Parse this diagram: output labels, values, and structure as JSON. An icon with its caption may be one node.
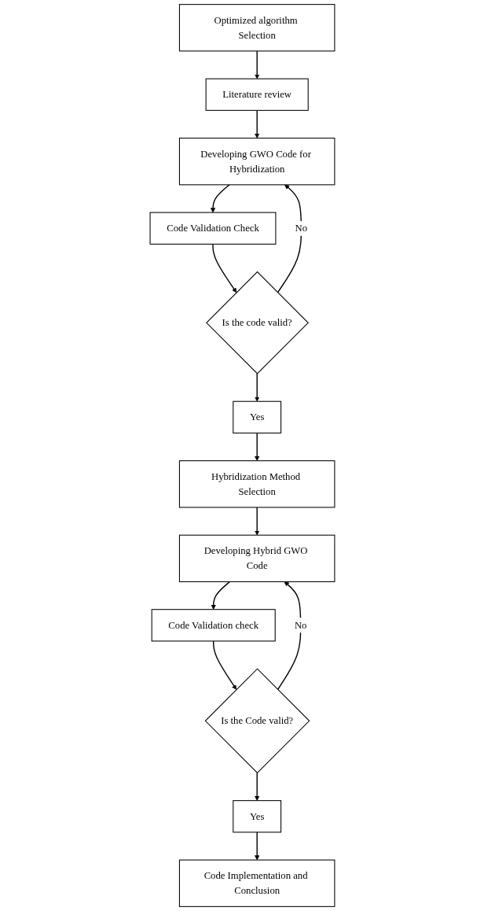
{
  "diagram": {
    "nodes": [
      {
        "text": [
          "Optimized algorithm Selection"
        ]
      },
      {
        "text": [
          "Literature review"
        ]
      },
      {
        "text": [
          "Developing GWO Code for Hybridization"
        ]
      },
      {
        "text": [
          "Code Validation Check"
        ]
      },
      {
        "text": [
          "Is the code valid?"
        ]
      },
      {
        "text": [
          "Yes"
        ]
      },
      {
        "text": [
          "Hybridization Method Selection"
        ]
      },
      {
        "text": [
          "Developing Hybrid GWO Code"
        ]
      },
      {
        "text": [
          "Code Validation check"
        ]
      },
      {
        "text": [
          "Is the Code valid?"
        ]
      },
      {
        "text": [
          "Yes"
        ]
      },
      {
        "text": [
          "Code Implementation and Conclusion"
        ]
      }
    ],
    "edges": [
      {
        "from": 0,
        "to": 1,
        "arrow": "to"
      },
      {
        "from": 1,
        "to": 2,
        "arrow": "to"
      },
      {
        "from": 2,
        "to": 3,
        "arrow": "to"
      },
      {
        "from": 3,
        "to": 4,
        "arrow": "to"
      },
      {
        "from": 4,
        "to": 5,
        "arrow": "to"
      },
      {
        "from": 4,
        "to": 2,
        "label": "No",
        "arrow": "to"
      },
      {
        "from": 5,
        "to": 6,
        "arrow": "to"
      },
      {
        "from": 6,
        "to": 7,
        "arrow": "to"
      },
      {
        "from": 7,
        "to": 8,
        "arrow": "to"
      },
      {
        "from": 8,
        "to": 9,
        "arrow": "to"
      },
      {
        "from": 9,
        "to": 10,
        "arrow": "to"
      },
      {
        "from": 9,
        "to": 7,
        "label": "No",
        "arrow": "to"
      },
      {
        "from": 10,
        "to": 11,
        "arrow": "to"
      }
    ]
  }
}
